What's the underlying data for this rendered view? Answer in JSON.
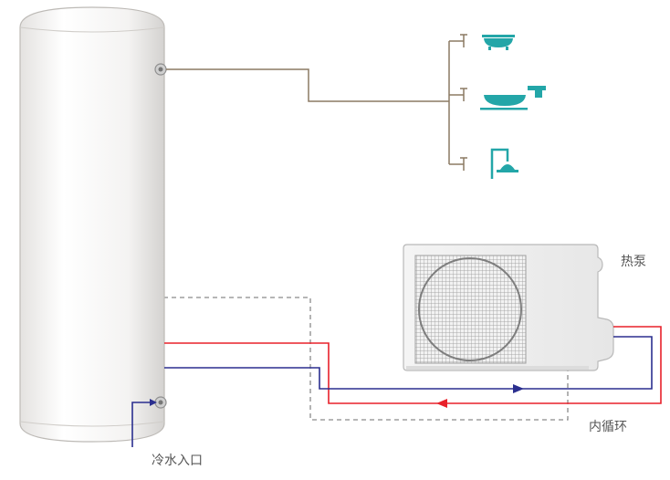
{
  "labels": {
    "heat_pump": "热泵",
    "inner_loop": "内循环",
    "cold_water_inlet": "冷水入口"
  },
  "colors": {
    "hot_pipe": "#e8212a",
    "cold_pipe": "#2b2f8f",
    "outlet_pipe": "#8c7a63",
    "fixture": "#23a6a8",
    "loop_outline": "#8a8a8a"
  },
  "icons": [
    "water-tank-icon",
    "bathtub-icon",
    "wash-basin-icon",
    "shower-icon",
    "heat-pump-unit-icon",
    "flow-arrow-icon"
  ]
}
